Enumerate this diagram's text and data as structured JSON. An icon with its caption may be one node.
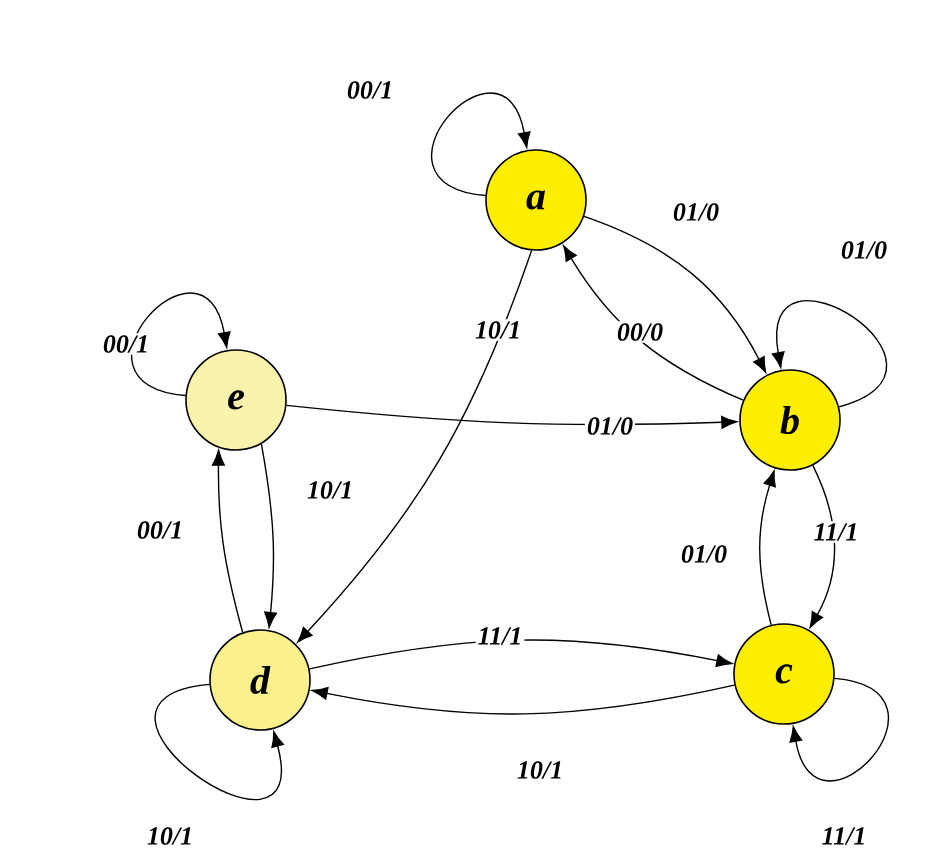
{
  "diagram": {
    "nodes": [
      {
        "text": [
          "a"
        ]
      },
      {
        "text": [
          "b"
        ]
      },
      {
        "text": [
          "c"
        ]
      },
      {
        "text": [
          "d"
        ]
      },
      {
        "text": [
          "e"
        ]
      }
    ],
    "edges": [
      {
        "from": 0,
        "to": 0,
        "arrow": "to",
        "label": "00/1"
      },
      {
        "from": 0,
        "to": 1,
        "arrow": "to",
        "label": "01/0"
      },
      {
        "from": 1,
        "to": 0,
        "arrow": "to",
        "label": "00/0"
      },
      {
        "from": 1,
        "to": 1,
        "arrow": "to",
        "label": "01/0"
      },
      {
        "from": 0,
        "to": 3,
        "arrow": "to",
        "label": "10/1"
      },
      {
        "from": 4,
        "to": 4,
        "arrow": "to",
        "label": "00/1"
      },
      {
        "from": 4,
        "to": 1,
        "arrow": "to",
        "label": "01/0"
      },
      {
        "from": 4,
        "to": 3,
        "arrow": "to",
        "label": "10/1"
      },
      {
        "from": 3,
        "to": 4,
        "arrow": "to",
        "label": "00/1"
      },
      {
        "from": 3,
        "to": 3,
        "arrow": "to",
        "label": "10/1"
      },
      {
        "from": 1,
        "to": 2,
        "arrow": "to",
        "label": "11/1"
      },
      {
        "from": 2,
        "to": 1,
        "arrow": "to",
        "label": "01/0"
      },
      {
        "from": 3,
        "to": 2,
        "arrow": "to",
        "label": "11/1"
      },
      {
        "from": 2,
        "to": 3,
        "arrow": "to",
        "label": "10/1"
      },
      {
        "from": 2,
        "to": 2,
        "arrow": "to",
        "label": "11/1"
      }
    ]
  }
}
